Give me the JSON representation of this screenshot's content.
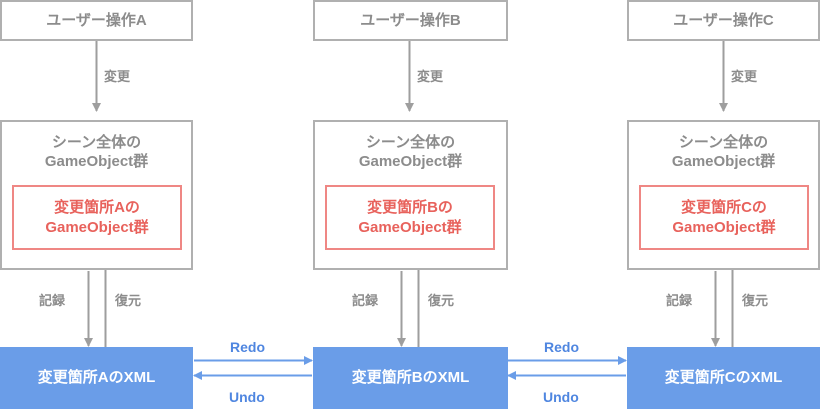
{
  "diagram": {
    "title": "Unity Undo/Redo XML diagram",
    "colors": {
      "gray_border": "#b0b0b0",
      "gray_text": "#8c8c8c",
      "red_border": "#ef8784",
      "red_text": "#e8625c",
      "blue_fill": "#6a9de8",
      "blue_text": "#4f86e0",
      "white": "#ffffff"
    },
    "columns": [
      {
        "id": "a",
        "user_action": "ユーザー操作A",
        "change_label": "変更",
        "scene_line1": "シーン全体の",
        "scene_line2": "GameObject群",
        "changed_line1": "変更箇所Aの",
        "changed_line2": "GameObject群",
        "record_label": "記録",
        "restore_label": "復元",
        "xml_label": "変更箇所AのXML"
      },
      {
        "id": "b",
        "user_action": "ユーザー操作B",
        "change_label": "変更",
        "scene_line1": "シーン全体の",
        "scene_line2": "GameObject群",
        "changed_line1": "変更箇所Bの",
        "changed_line2": "GameObject群",
        "record_label": "記録",
        "restore_label": "復元",
        "xml_label": "変更箇所BのXML"
      },
      {
        "id": "c",
        "user_action": "ユーザー操作C",
        "change_label": "変更",
        "scene_line1": "シーン全体の",
        "scene_line2": "GameObject群",
        "changed_line1": "変更箇所Cの",
        "changed_line2": "GameObject群",
        "record_label": "記録",
        "restore_label": "復元",
        "xml_label": "変更箇所CのXML"
      }
    ],
    "transitions": [
      {
        "id": "ab",
        "redo_label": "Redo",
        "undo_label": "Undo"
      },
      {
        "id": "bc",
        "redo_label": "Redo",
        "undo_label": "Undo"
      }
    ]
  }
}
